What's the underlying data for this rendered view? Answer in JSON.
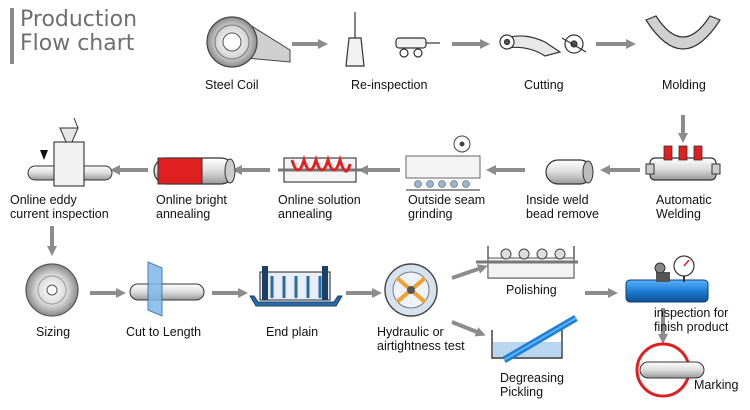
{
  "title": {
    "line1": "Production",
    "line2": "Flow chart"
  },
  "steps": {
    "steel_coil": "Steel Coil",
    "re_inspection": "Re-inspection",
    "cutting": "Cutting",
    "molding": "Molding",
    "automatic_welding": {
      "l1": "Automatic",
      "l2": "Welding"
    },
    "inside_weld": {
      "l1": "Inside weld",
      "l2": "bead remove"
    },
    "outside_seam": {
      "l1": "Outside seam",
      "l2": "grinding"
    },
    "online_solution": {
      "l1": "Online solution",
      "l2": "annealing"
    },
    "online_bright": {
      "l1": "Online bright",
      "l2": "annealing"
    },
    "online_eddy": {
      "l1": "Online eddy",
      "l2": "current inspection"
    },
    "sizing": "Sizing",
    "cut_to_length": "Cut to Length",
    "end_plain": "End plain",
    "hydraulic": {
      "l1": "Hydraulic or",
      "l2": "airtightness test"
    },
    "polishing": "Polishing",
    "degreasing": {
      "l1": "Degreasing",
      "l2": "Pickling"
    },
    "inspection_finish": {
      "l1": "inspection for",
      "l2": "finish product"
    },
    "marking": "Marking"
  },
  "colors": {
    "arrow": "#8c8c8c",
    "red": "#e02020",
    "blue": "#1f7ed6",
    "orange": "#f0a030"
  }
}
